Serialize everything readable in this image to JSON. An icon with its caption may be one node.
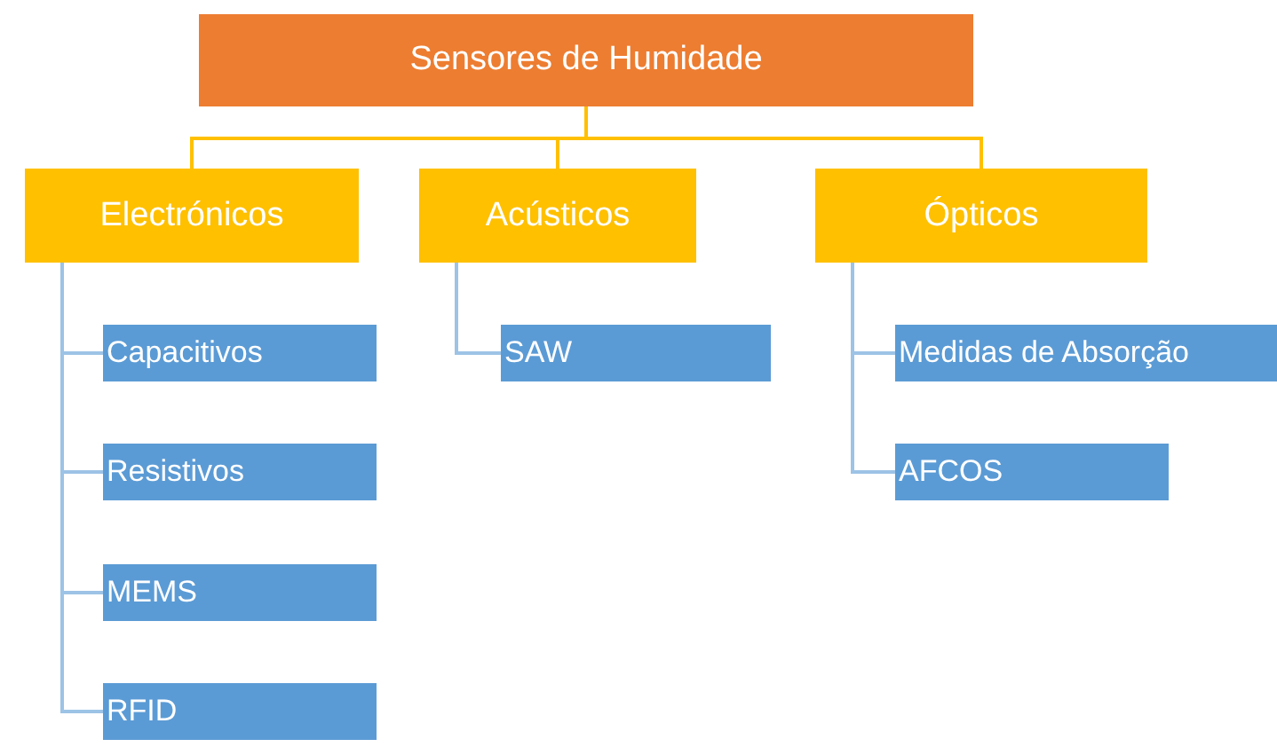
{
  "diagram": {
    "nodes": [
      {
        "text": [
          "Sensores de Humidade"
        ]
      },
      {
        "text": [
          "Electrónicos"
        ]
      },
      {
        "text": [
          "Acústicos"
        ]
      },
      {
        "text": [
          "Ópticos"
        ]
      },
      {
        "text": [
          "Capacitivos"
        ]
      },
      {
        "text": [
          "Resistivos"
        ]
      },
      {
        "text": [
          "MEMS"
        ]
      },
      {
        "text": [
          "RFID"
        ]
      },
      {
        "text": [
          "SAW"
        ]
      },
      {
        "text": [
          "Medidas de Absorção"
        ]
      },
      {
        "text": [
          "AFCOS"
        ]
      }
    ],
    "edges": [
      {
        "from": 0,
        "to": 1,
        "arrow": "none",
        "color": "#ffc000"
      },
      {
        "from": 0,
        "to": 2,
        "arrow": "none",
        "color": "#ffc000"
      },
      {
        "from": 0,
        "to": 3,
        "arrow": "none",
        "color": "#ffc000"
      },
      {
        "from": 1,
        "to": 4,
        "arrow": "none"
      },
      {
        "from": 1,
        "to": 5,
        "arrow": "none"
      },
      {
        "from": 1,
        "to": 6,
        "arrow": "none"
      },
      {
        "from": 1,
        "to": 7,
        "arrow": "none"
      },
      {
        "from": 2,
        "to": 8,
        "arrow": "none"
      },
      {
        "from": 3,
        "to": 9,
        "arrow": "none"
      },
      {
        "from": 3,
        "to": 10,
        "arrow": "none"
      }
    ]
  }
}
